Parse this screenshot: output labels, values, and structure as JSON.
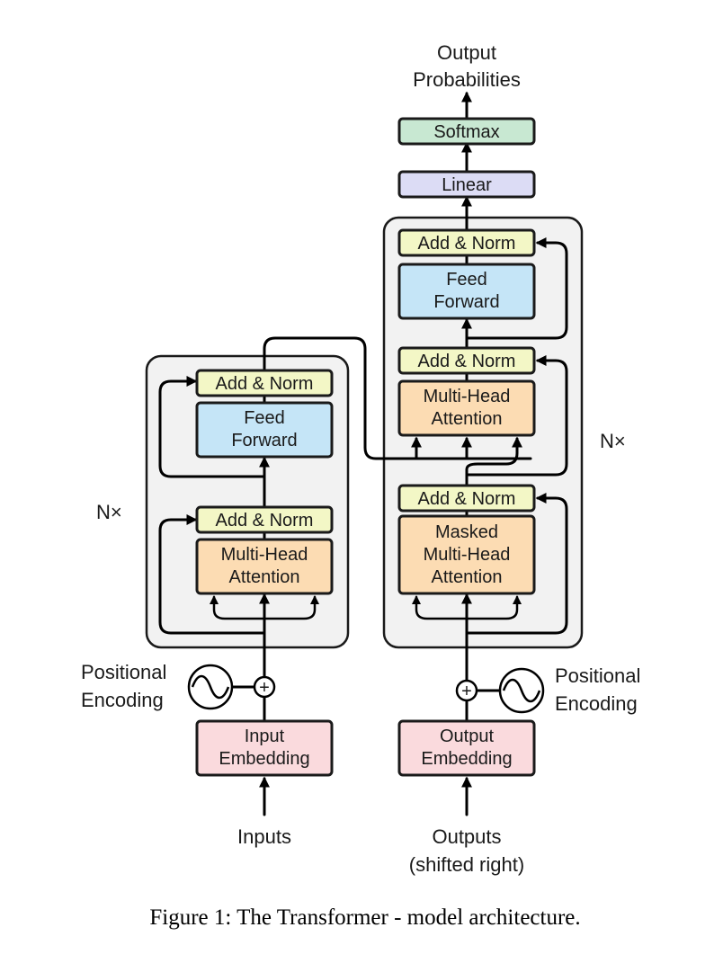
{
  "labels": {
    "output_probabilities": [
      "Output",
      "Probabilities"
    ],
    "softmax": "Softmax",
    "linear": "Linear",
    "add_norm": "Add & Norm",
    "feed_forward": [
      "Feed",
      "Forward"
    ],
    "multi_head_attention": [
      "Multi-Head",
      "Attention"
    ],
    "masked_multi_head_attention": [
      "Masked",
      "Multi-Head",
      "Attention"
    ],
    "nx": "N×",
    "positional_encoding": [
      "Positional",
      "Encoding"
    ],
    "input_embedding": [
      "Input",
      "Embedding"
    ],
    "output_embedding": [
      "Output",
      "Embedding"
    ],
    "inputs": "Inputs",
    "outputs": [
      "Outputs",
      "(shifted right)"
    ],
    "plus_symbol": "+"
  },
  "caption": "Figure 1: The Transformer - model architecture.",
  "colors": {
    "add_norm": "#f3f7c6",
    "feed_forward": "#c5e5f7",
    "attention": "#fcdcb3",
    "embedding": "#fadadd",
    "linear": "#dcdcf5",
    "softmax": "#c8e8d2",
    "stack_bg": "#f2f2f2"
  }
}
